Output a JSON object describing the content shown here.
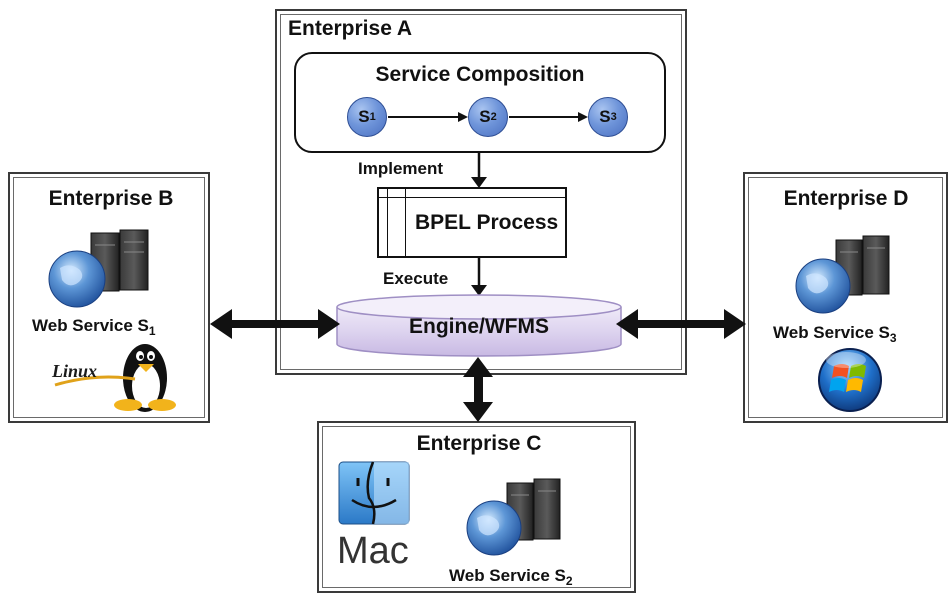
{
  "enterprise_a": {
    "title": "Enterprise A"
  },
  "enterprise_b": {
    "title": "Enterprise B",
    "service": "Web Service S",
    "service_sub": "1",
    "os": "Linux"
  },
  "enterprise_c": {
    "title": "Enterprise C",
    "service": "Web Service S",
    "service_sub": "2",
    "os": "Mac"
  },
  "enterprise_d": {
    "title": "Enterprise D",
    "service": "Web Service S",
    "service_sub": "3"
  },
  "composition": {
    "title": "Service Composition",
    "nodes": [
      {
        "label": "S",
        "sub": "1"
      },
      {
        "label": "S",
        "sub": "2"
      },
      {
        "label": "S",
        "sub": "3"
      }
    ]
  },
  "implement_label": "Implement",
  "bpel_label": "BPEL Process",
  "execute_label": "Execute",
  "engine_label": "Engine/WFMS",
  "colors": {
    "node_fill": "#6f95da",
    "engine_fill": "#dcd3ee",
    "stroke": "#111111"
  }
}
